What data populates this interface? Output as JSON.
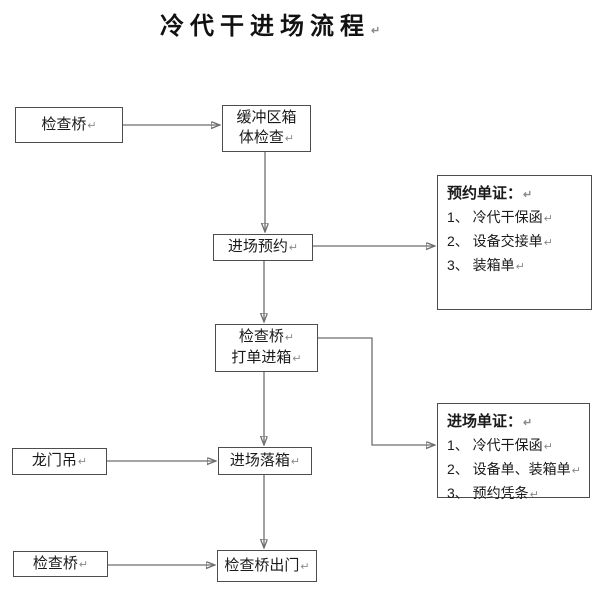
{
  "title": "冷代干进场流程",
  "return_mark": "↵",
  "colors": {
    "line": "#6e6e6e",
    "arrowhead": "#000000",
    "box_border": "#4d4d4d",
    "text": "#1a1a1a",
    "paragraph_mark": "#8a8a8a"
  },
  "nodes": {
    "check_bridge_top": {
      "label": "检查桥"
    },
    "buffer_zone_check": {
      "line1": "缓冲区箱",
      "line2": "体检查"
    },
    "entry_appointment": {
      "label": "进场预约"
    },
    "check_bridge_print": {
      "line1": "检查桥",
      "line2": "打单进箱"
    },
    "gantry_crane": {
      "label": "龙门吊"
    },
    "entry_drop_box": {
      "label": "进场落箱"
    },
    "check_bridge_bottom": {
      "label": "检查桥"
    },
    "check_bridge_exit": {
      "label": "检查桥出门"
    }
  },
  "panels": {
    "appointment_docs": {
      "heading": "预约单证：",
      "items": [
        "1、 冷代干保函",
        "2、 设备交接单",
        "3、 装箱单"
      ]
    },
    "entry_docs": {
      "heading": "进场单证：",
      "items": [
        "1、 冷代干保函",
        "2、 设备单、装箱单",
        "3、 预约凭条"
      ]
    }
  }
}
